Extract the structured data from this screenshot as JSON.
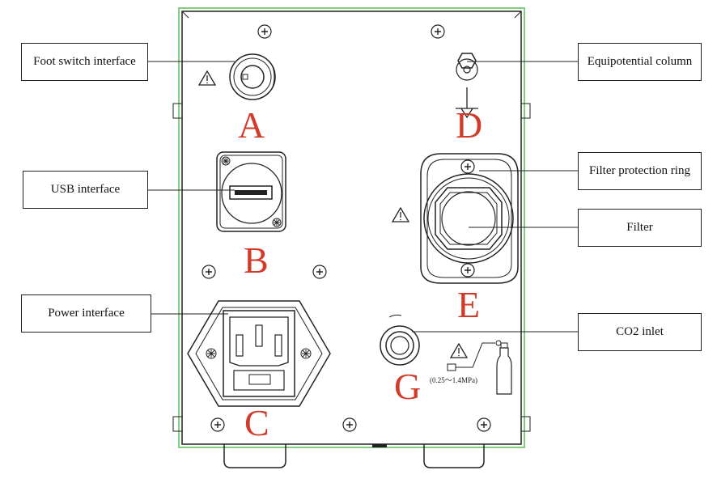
{
  "callouts": {
    "foot_switch": "Foot switch interface",
    "usb": "USB interface",
    "power": "Power interface",
    "equipotential": "Equipotential column",
    "filter_ring": "Filter protection ring",
    "filter": "Filter",
    "co2_inlet": "CO2 inlet"
  },
  "letters": {
    "a": "A",
    "b": "B",
    "c": "C",
    "d": "D",
    "e": "E",
    "g": "G"
  },
  "co2_pressure": "(0.25～1.4MPa)",
  "colors": {
    "letter": "#d23a2a",
    "frame_edge": "#7fcf7f",
    "line": "#222222"
  }
}
